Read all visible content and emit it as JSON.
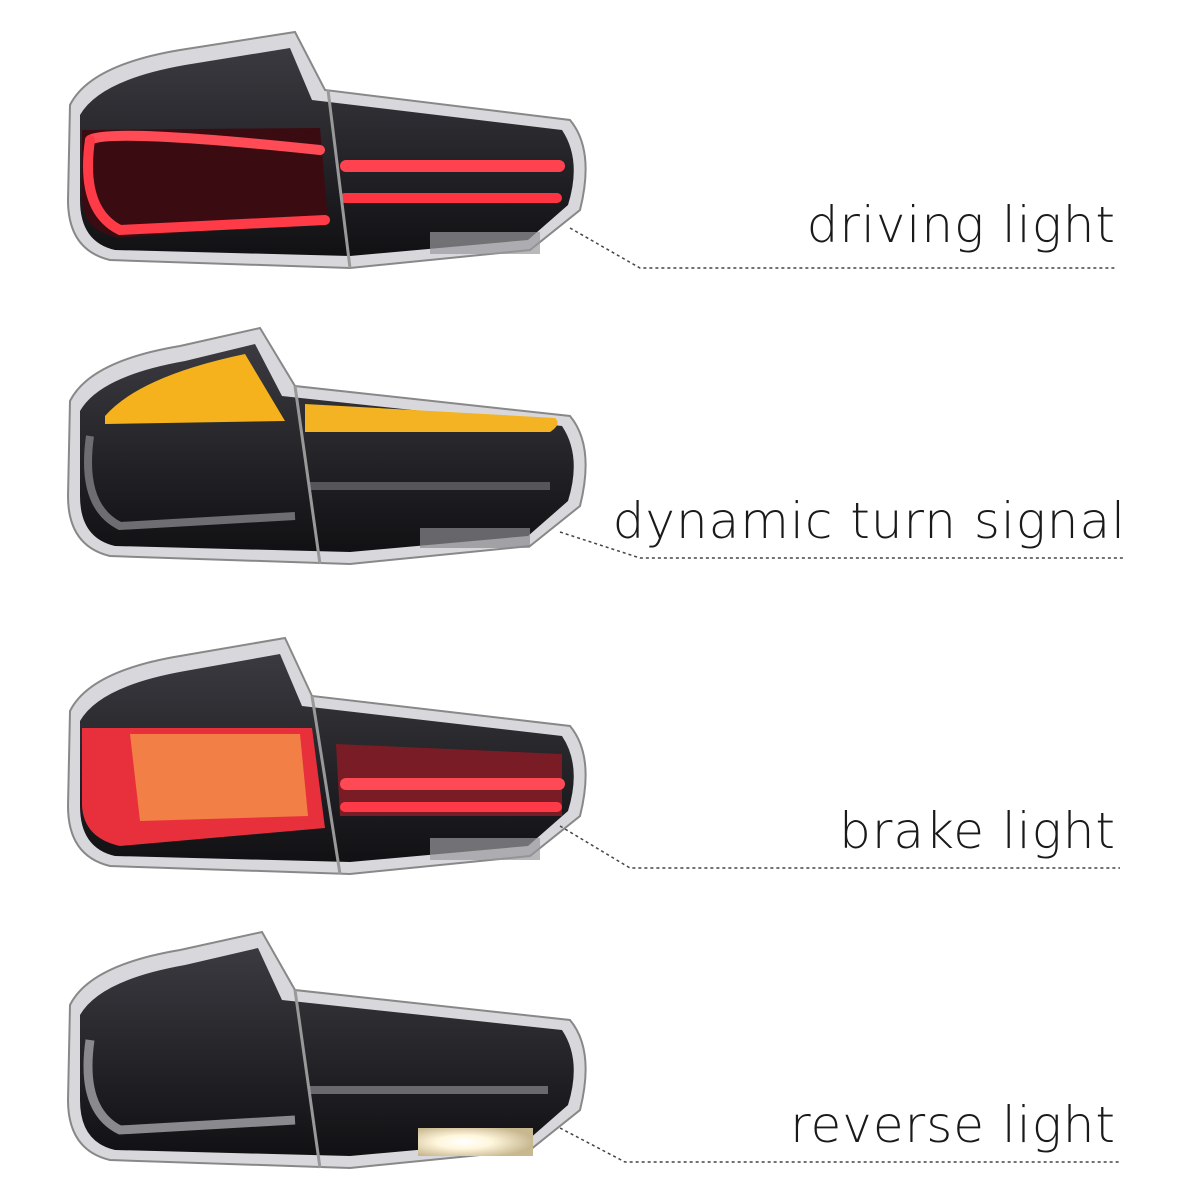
{
  "panels": [
    {
      "label": "driving light",
      "mode": "driving"
    },
    {
      "label": "dynamic turn signal",
      "mode": "turn"
    },
    {
      "label": "brake light",
      "mode": "brake"
    },
    {
      "label": "reverse light",
      "mode": "reverse"
    }
  ],
  "colors": {
    "red": "#e8303c",
    "red_dark": "#6a1a22",
    "amber": "#f5b21c",
    "smoke": "#2a2a2e",
    "chrome": "#c8c8cc",
    "reverse_white": "#fff6dc"
  }
}
